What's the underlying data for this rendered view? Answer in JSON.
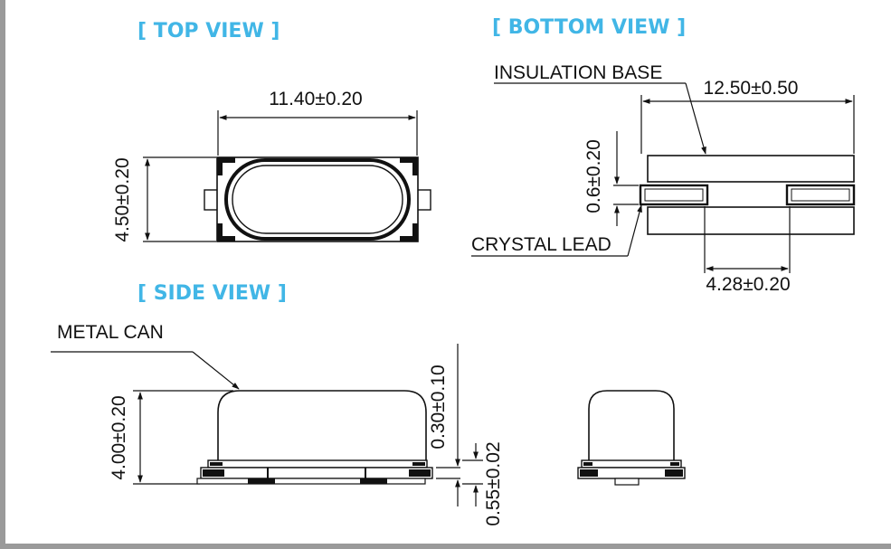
{
  "headings": {
    "top_view": "[ TOP VIEW ]",
    "bottom_view": "[ BOTTOM  VIEW ]",
    "side_view": "[ SIDE VIEW ]"
  },
  "top_view": {
    "width_dim": "11.40±0.20",
    "height_dim": "4.50±0.20"
  },
  "bottom_view": {
    "insulation_base_label": "INSULATION BASE",
    "base_width_dim": "12.50±0.50",
    "lead_thickness_dim": "0.6±0.20",
    "crystal_lead_label": "CRYSTAL LEAD",
    "lead_spacing_dim": "4.28±0.20"
  },
  "side_view": {
    "metal_can_label": "METAL CAN",
    "height_dim": "4.00±0.20",
    "top_gap_dim": "0.30±0.10",
    "base_thickness_dim": "0.55±0.02"
  },
  "colors": {
    "heading": "#41b6e6",
    "line": "#111111",
    "frame": "#9a9a9a"
  }
}
